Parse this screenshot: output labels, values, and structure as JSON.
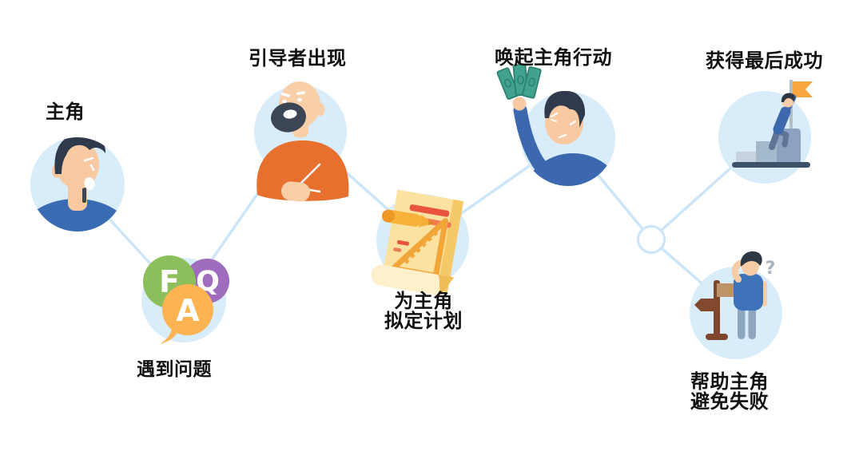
{
  "canvas": {
    "width": "1080",
    "height": "575",
    "background": "#ffffff"
  },
  "colors": {
    "node_bg": "#d9ecfa",
    "connector": "#cde5f8",
    "junction_fill": "#ffffff",
    "label_text": "#111111",
    "faq_f_bubble": "#8cbf5b",
    "faq_q_bubble": "#9f6cbe",
    "faq_a_bubble": "#fbb451",
    "bubble_letter": "#ffffff",
    "question_mark": "#a9b4be"
  },
  "nodes": {
    "protagonist": {
      "label": "主角"
    },
    "problem": {
      "label": "遇到问题",
      "bubble_f": "F",
      "bubble_q": "Q",
      "bubble_a": "A"
    },
    "guide": {
      "label": "引导者出现"
    },
    "plan": {
      "label_line1": "为主角",
      "label_line2": "拟定计划"
    },
    "action": {
      "label": "唤起主角行动"
    },
    "avoid_failure": {
      "label_line1": "帮助主角",
      "label_line2": "避免失败",
      "question_mark": "?"
    },
    "success": {
      "label": "获得最后成功"
    }
  }
}
